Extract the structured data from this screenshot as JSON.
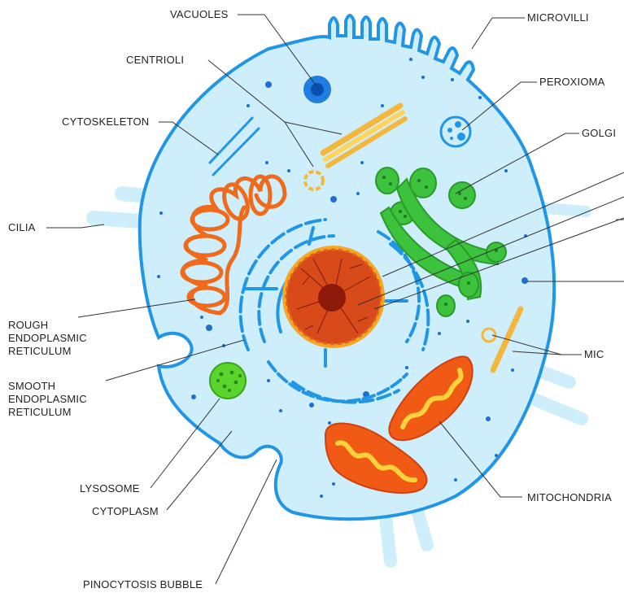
{
  "colors": {
    "cell_fill": "#cdeefa",
    "cell_outline": "#2196e6",
    "cilia": "#cdeefa",
    "nucleus": "#d84a1a",
    "nucleus_ring": "#f5a623",
    "nucleolus": "#8b1a0a",
    "golgi": "#3cc23c",
    "rough_er": "#f06a1c",
    "mitochondria": "#f05a14",
    "mitochondria_inner": "#ffd23c",
    "lysosome": "#5cd42e",
    "centriole": "#f5b63c",
    "vacuole": "#1f7ee0",
    "label_text": "#222222"
  },
  "labels": {
    "vacuoles": "VACUOLES",
    "microvilli": "MICROVILLI",
    "centrioli": "CENTRIOLI",
    "peroxioma": "PEROXIOMA",
    "cytoskeleton": "CYTOSKELETON",
    "golgi": "GOLGI",
    "cilia": "CILIA",
    "rough_er": [
      "ROUGH",
      "ENDOPLASMIC",
      "RETICULUM"
    ],
    "smooth_er": [
      "SMOOTH",
      "ENDOPLASMIC",
      "RETICULUM"
    ],
    "mic": "MIC",
    "lysosome": "LYSOSOME",
    "cytoplasm": "CYTOPLASM",
    "mitochondria": "MITOCHONDRIA",
    "pinocytosis_bubble": "PINOCYTOSIS BUBBLE"
  }
}
